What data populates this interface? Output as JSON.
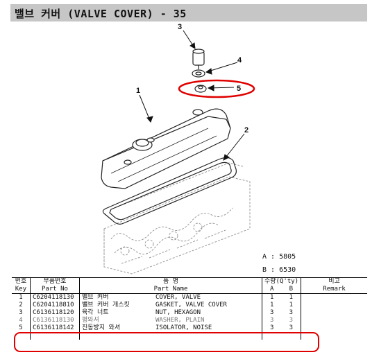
{
  "header": {
    "title": "밸브 커버 (VALVE COVER) - 35"
  },
  "diagram": {
    "callouts": [
      "1",
      "2",
      "3",
      "4",
      "5"
    ],
    "highlighted_callout": "5",
    "codes": [
      {
        "label": "A",
        "value": "5805"
      },
      {
        "label": "B",
        "value": "6530"
      }
    ],
    "highlight_color": "#e00000"
  },
  "table": {
    "headers_ko": {
      "key": "번호",
      "part_no": "부품번호",
      "part_name": "품 명",
      "qty": "수량(Q'ty)",
      "remark": "비고"
    },
    "headers_en": {
      "key": "Key",
      "part_no": "Part No",
      "part_name": "Part Name",
      "qty_a": "A",
      "qty_b": "B",
      "remark": "Remark"
    },
    "rows": [
      {
        "key": "1",
        "part_no": "C6204118130",
        "name_kr": "밸브 커버",
        "name_en": "COVER, VALVE",
        "a": "1",
        "b": "1",
        "remark": ""
      },
      {
        "key": "2",
        "part_no": "C6204118810",
        "name_kr": "밸브 커버 개스킷",
        "name_en": "GASKET, VALVE COVER",
        "a": "1",
        "b": "1",
        "remark": ""
      },
      {
        "key": "3",
        "part_no": "C6136118120",
        "name_kr": "육각 너트",
        "name_en": "NUT, HEXAGON",
        "a": "3",
        "b": "3",
        "remark": ""
      },
      {
        "key": "4",
        "part_no": "C6136118130",
        "name_kr": "평와셔",
        "name_en": "WASHER, PLAIN",
        "a": "3",
        "b": "3",
        "remark": ""
      },
      {
        "key": "5",
        "part_no": "C6136118142",
        "name_kr": "진동방지 와셔",
        "name_en": "ISOLATOR, NOISE",
        "a": "3",
        "b": "3",
        "remark": ""
      }
    ],
    "highlighted_key": "5"
  }
}
